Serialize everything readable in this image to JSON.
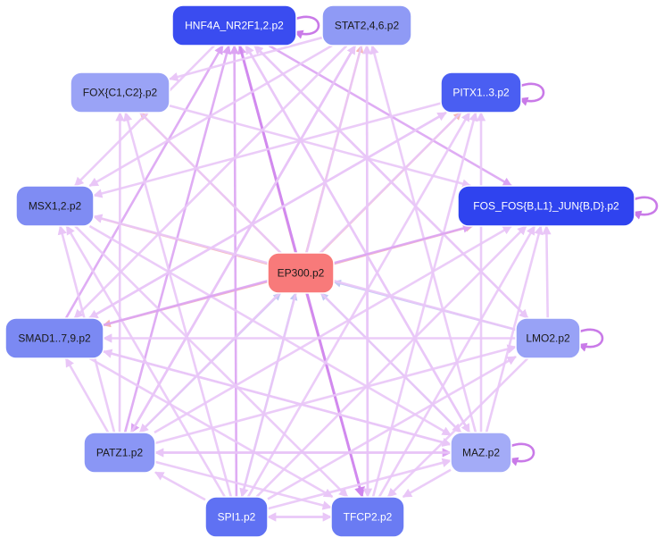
{
  "nodes": [
    {
      "id": "hnf4a",
      "label": "HNF4A_NR2F1,2.p2",
      "fill": "#3a4cf0",
      "text": "#ffffff"
    },
    {
      "id": "stat",
      "label": "STAT2,4,6.p2",
      "fill": "#8f9af5",
      "text": "#1a1a1a"
    },
    {
      "id": "fox",
      "label": "FOX{C1,C2}.p2",
      "fill": "#9aa3f6",
      "text": "#1a1a1a"
    },
    {
      "id": "pitx",
      "label": "PITX1..3.p2",
      "fill": "#4a5ef2",
      "text": "#ffffff"
    },
    {
      "id": "msx",
      "label": "MSX1,2.p2",
      "fill": "#7f8cf3",
      "text": "#1a1a1a"
    },
    {
      "id": "fos",
      "label": "FOS_FOS{B,L1}_JUN{B,D}.p2",
      "fill": "#2f43ef",
      "text": "#ffffff"
    },
    {
      "id": "ep300",
      "label": "EP300.p2",
      "fill": "#f87a7a",
      "text": "#1a1a1a"
    },
    {
      "id": "smad",
      "label": "SMAD1..7,9.p2",
      "fill": "#7b89f3",
      "text": "#1a1a1a"
    },
    {
      "id": "lmo2",
      "label": "LMO2.p2",
      "fill": "#98a2f6",
      "text": "#1a1a1a"
    },
    {
      "id": "patz",
      "label": "PATZ1.p2",
      "fill": "#8a96f5",
      "text": "#1a1a1a"
    },
    {
      "id": "maz",
      "label": "MAZ.p2",
      "fill": "#a3abf7",
      "text": "#1a1a1a"
    },
    {
      "id": "spi1",
      "label": "SPI1.p2",
      "fill": "#5f71f3",
      "text": "#ffffff"
    },
    {
      "id": "tfcp2",
      "label": "TFCP2.p2",
      "fill": "#6a7bf3",
      "text": "#ffffff"
    }
  ],
  "colors": {
    "edge_light": "#e9c6f7",
    "edge_mid": "#dca4f3",
    "edge_strong": "#cf86ee",
    "edge_red": "#f6b6b6",
    "edge_blue": "#c1c8f4",
    "self_loop": "#c97ae8"
  },
  "edges": [
    {
      "s": "ep300",
      "t": "hnf4a",
      "c": "edge_red"
    },
    {
      "s": "ep300",
      "t": "stat",
      "c": "edge_red"
    },
    {
      "s": "ep300",
      "t": "fox",
      "c": "edge_red"
    },
    {
      "s": "ep300",
      "t": "pitx",
      "c": "edge_red"
    },
    {
      "s": "ep300",
      "t": "msx",
      "c": "edge_red"
    },
    {
      "s": "ep300",
      "t": "fos",
      "c": "edge_red"
    },
    {
      "s": "ep300",
      "t": "smad",
      "c": "edge_red"
    },
    {
      "s": "ep300",
      "t": "tfcp2",
      "c": "edge_red"
    },
    {
      "s": "spi1",
      "t": "ep300",
      "c": "edge_blue"
    },
    {
      "s": "patz",
      "t": "ep300",
      "c": "edge_blue"
    },
    {
      "s": "maz",
      "t": "ep300",
      "c": "edge_blue"
    },
    {
      "s": "lmo2",
      "t": "ep300",
      "c": "edge_blue"
    },
    {
      "s": "spi1",
      "t": "hnf4a",
      "c": "edge_mid"
    },
    {
      "s": "tfcp2",
      "t": "hnf4a",
      "c": "edge_mid"
    },
    {
      "s": "patz",
      "t": "hnf4a",
      "c": "edge_mid"
    },
    {
      "s": "maz",
      "t": "hnf4a",
      "c": "edge_light"
    },
    {
      "s": "smad",
      "t": "hnf4a",
      "c": "edge_mid"
    },
    {
      "s": "lmo2",
      "t": "hnf4a",
      "c": "edge_light"
    },
    {
      "s": "hnf4a",
      "t": "fos",
      "c": "edge_mid"
    },
    {
      "s": "hnf4a",
      "t": "msx",
      "c": "edge_light"
    },
    {
      "s": "hnf4a",
      "t": "lmo2",
      "c": "edge_light"
    },
    {
      "s": "hnf4a",
      "t": "maz",
      "c": "edge_light"
    },
    {
      "s": "hnf4a",
      "t": "tfcp2",
      "c": "edge_strong"
    },
    {
      "s": "stat",
      "t": "fox",
      "c": "edge_light"
    },
    {
      "s": "stat",
      "t": "msx",
      "c": "edge_light"
    },
    {
      "s": "stat",
      "t": "smad",
      "c": "edge_light"
    },
    {
      "s": "stat",
      "t": "patz",
      "c": "edge_mid"
    },
    {
      "s": "stat",
      "t": "spi1",
      "c": "edge_light"
    },
    {
      "s": "stat",
      "t": "tfcp2",
      "c": "edge_light"
    },
    {
      "s": "maz",
      "t": "stat",
      "c": "edge_light"
    },
    {
      "s": "patz",
      "t": "stat",
      "c": "edge_light"
    },
    {
      "s": "tfcp2",
      "t": "stat",
      "c": "edge_light"
    },
    {
      "s": "fox",
      "t": "fos",
      "c": "edge_light"
    },
    {
      "s": "fox",
      "t": "maz",
      "c": "edge_light"
    },
    {
      "s": "spi1",
      "t": "fox",
      "c": "edge_light"
    },
    {
      "s": "patz",
      "t": "fox",
      "c": "edge_light"
    },
    {
      "s": "pitx",
      "t": "msx",
      "c": "edge_light"
    },
    {
      "s": "pitx",
      "t": "smad",
      "c": "edge_light"
    },
    {
      "s": "pitx",
      "t": "patz",
      "c": "edge_light"
    },
    {
      "s": "spi1",
      "t": "pitx",
      "c": "edge_light"
    },
    {
      "s": "tfcp2",
      "t": "pitx",
      "c": "edge_light"
    },
    {
      "s": "maz",
      "t": "pitx",
      "c": "edge_light"
    },
    {
      "s": "smad",
      "t": "pitx",
      "c": "edge_light"
    },
    {
      "s": "msx",
      "t": "maz",
      "c": "edge_light"
    },
    {
      "s": "msx",
      "t": "tfcp2",
      "c": "edge_light"
    },
    {
      "s": "spi1",
      "t": "msx",
      "c": "edge_light"
    },
    {
      "s": "patz",
      "t": "msx",
      "c": "edge_light"
    },
    {
      "s": "lmo2",
      "t": "msx",
      "c": "edge_light"
    },
    {
      "s": "smad",
      "t": "fos",
      "c": "edge_mid"
    },
    {
      "s": "patz",
      "t": "fos",
      "c": "edge_light"
    },
    {
      "s": "spi1",
      "t": "fos",
      "c": "edge_light"
    },
    {
      "s": "maz",
      "t": "fos",
      "c": "edge_light"
    },
    {
      "s": "lmo2",
      "t": "fos",
      "c": "edge_light"
    },
    {
      "s": "tfcp2",
      "t": "fos",
      "c": "edge_light"
    },
    {
      "s": "lmo2",
      "t": "smad",
      "c": "edge_light"
    },
    {
      "s": "maz",
      "t": "smad",
      "c": "edge_light"
    },
    {
      "s": "patz",
      "t": "smad",
      "c": "edge_light"
    },
    {
      "s": "smad",
      "t": "tfcp2",
      "c": "edge_light"
    },
    {
      "s": "smad",
      "t": "maz",
      "c": "edge_light"
    },
    {
      "s": "patz",
      "t": "lmo2",
      "c": "edge_light"
    },
    {
      "s": "spi1",
      "t": "lmo2",
      "c": "edge_light"
    },
    {
      "s": "lmo2",
      "t": "tfcp2",
      "c": "edge_light"
    },
    {
      "s": "patz",
      "t": "maz",
      "c": "edge_mid"
    },
    {
      "s": "maz",
      "t": "patz",
      "c": "edge_light"
    },
    {
      "s": "spi1",
      "t": "maz",
      "c": "edge_light"
    },
    {
      "s": "maz",
      "t": "tfcp2",
      "c": "edge_light"
    },
    {
      "s": "patz",
      "t": "tfcp2",
      "c": "edge_light"
    },
    {
      "s": "spi1",
      "t": "patz",
      "c": "edge_light"
    },
    {
      "s": "spi1",
      "t": "tfcp2",
      "c": "edge_light"
    },
    {
      "s": "tfcp2",
      "t": "spi1",
      "c": "edge_light"
    }
  ],
  "self_loops": [
    "hnf4a",
    "pitx",
    "fos",
    "lmo2",
    "maz"
  ]
}
